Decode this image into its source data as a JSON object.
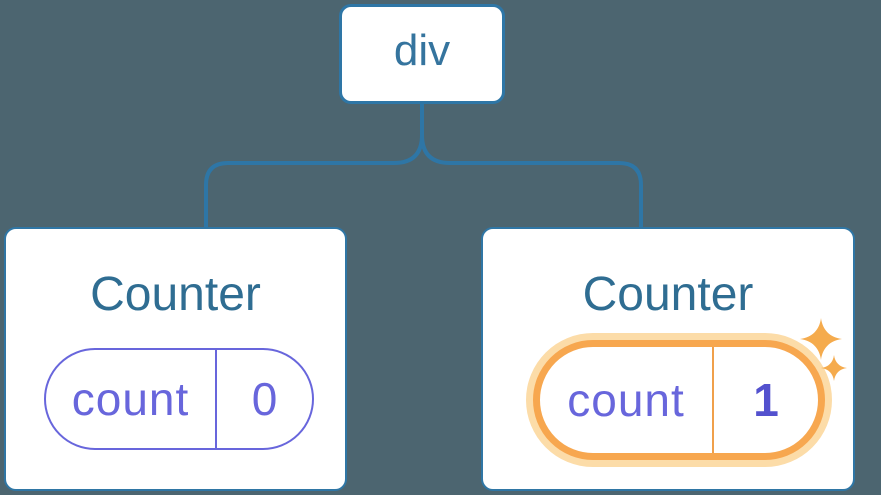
{
  "diagram": {
    "root": {
      "label": "div"
    },
    "nodes": [
      {
        "title": "Counter",
        "state": {
          "name": "count",
          "value": "0"
        },
        "highlighted": false
      },
      {
        "title": "Counter",
        "state": {
          "name": "count",
          "value": "1"
        },
        "highlighted": true
      }
    ],
    "icons": {
      "sparkles": "✦"
    },
    "colors": {
      "background": "#4C6570",
      "connector": "#2E76A6",
      "card_border": "#2F76A5",
      "root_label": "#35749E",
      "card_title": "#2F6D92",
      "state_purple": "#6866DC",
      "highlight_value": "#5351CE",
      "highlight_ring": "#F7A74F",
      "highlight_halo": "#FCDCA8",
      "sparkle": "#F5AB4D"
    }
  }
}
